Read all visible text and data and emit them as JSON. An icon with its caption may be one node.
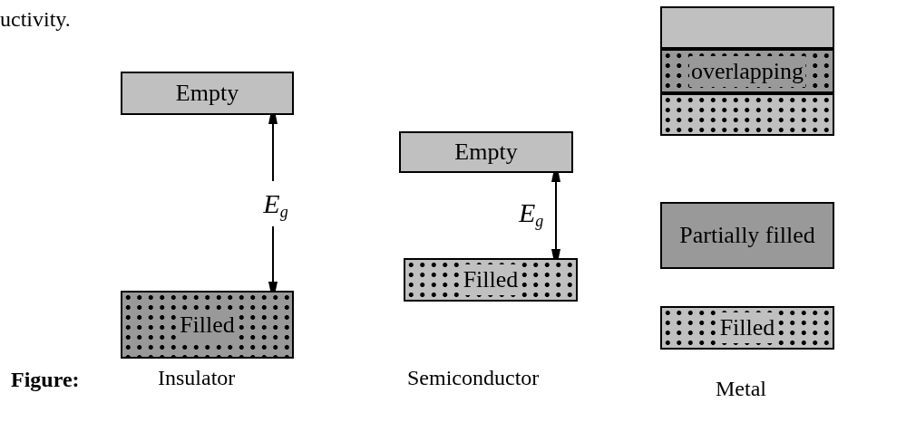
{
  "diagram": {
    "nodes": [
      {
        "text": [
          "Empty"
        ]
      },
      {
        "text": [
          "E$_{g}$"
        ]
      },
      {
        "text": [
          "Filled"
        ]
      },
      {
        "text": [
          "Empty"
        ]
      },
      {
        "text": [
          "Filled"
        ]
      },
      {
        "text": [],
        "shape": "box"
      },
      {
        "text": [
          "overlapping"
        ]
      },
      {
        "text": [],
        "shape": "box"
      },
      {
        "text": [
          "Partially filled"
        ]
      },
      {
        "text": [
          "Filled"
        ]
      }
    ],
    "edges": [
      {
        "from": 1,
        "to": 0,
        "arrow": "to"
      },
      {
        "from": 1,
        "to": 2,
        "arrow": "to"
      },
      {
        "from": 3,
        "to": 4,
        "arrow": "both",
        "label": "E$_{g}$"
      }
    ],
    "labels": [
      "uctivity.",
      "Figure:",
      "Insulator",
      "Semiconductor",
      "Metal"
    ]
  }
}
